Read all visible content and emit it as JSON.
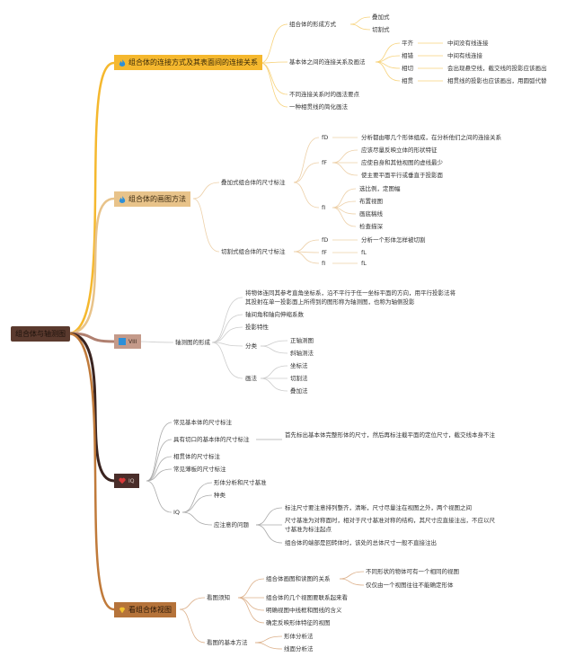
{
  "root": {
    "label": "组合体与轴测图"
  },
  "b1": {
    "label": "组合体的连接方式及其表面间的连接关系",
    "icon": "fire-icon",
    "color": "#f5b82e",
    "c1": {
      "label": "组合体的形成方式",
      "items": [
        "叠加式",
        "切割式"
      ]
    },
    "c2": {
      "label": "基本体之间的连接关系及画法",
      "items": [
        {
          "label": "平齐",
          "desc": "中间没有线连接"
        },
        {
          "label": "相错",
          "desc": "中间有线连接"
        },
        {
          "label": "相切",
          "desc": "会出现悬空线，截交线的投影应该画出"
        },
        {
          "label": "相贯",
          "desc": "相贯线的投影也应该画出，用圆弧代替"
        }
      ]
    },
    "c3": {
      "label": "不同连接关系时的画法要点"
    },
    "c4": {
      "label": "一种相贯线的简化画法"
    }
  },
  "b2": {
    "label": "组合体的画图方法",
    "icon": "fire-icon",
    "color": "#e8c38a",
    "c1": {
      "label": "叠加式组合体的尺寸标注",
      "s1": {
        "label": "fD",
        "items": [
          "分析都由哪几个形体组成，在分析他们之间的连接关系"
        ]
      },
      "s2": {
        "label": "fF",
        "items": [
          "应该尽量反映立体的形状特征",
          "应使自身和其他视图的虚线最少",
          "使主要平面平行或垂直于投影面"
        ]
      },
      "s3": {
        "label": "fI",
        "items": [
          "选比例，定图幅",
          "布置视图",
          "画底稿线",
          "检查描深"
        ]
      }
    },
    "c2": {
      "label": "切割式组合体的尺寸标注",
      "s1": {
        "label": "fD",
        "items": [
          "分析一个形体怎样被切割"
        ]
      },
      "s2": {
        "label": "fF",
        "items": [
          "fL"
        ]
      },
      "s3": {
        "label": "fI",
        "items": [
          "fL"
        ]
      }
    }
  },
  "b3": {
    "label": "VIII",
    "icon": "square-icon",
    "color": "#c49a8a",
    "c1": {
      "label": "轴测图的形成",
      "def": "将物体连同其参考直角坐标系，沿不平行于任一坐标平面的方向，用平行投影法将其投射在单一投影面上所得到的图形称为轴测图，也称为轴侧投影",
      "i2": "轴间角和轴向伸缩系数",
      "i3": "投影特性",
      "cls": {
        "label": "分类",
        "items": [
          "正轴测图",
          "斜轴测法"
        ]
      },
      "draw": {
        "label": "画法",
        "items": [
          "坐标法",
          "切割法",
          "叠加法"
        ]
      }
    }
  },
  "b4": {
    "label": "IQ",
    "icon": "heart-icon",
    "color": "#4a2e2a",
    "items": [
      "常见基本体的尺寸标注",
      "具有切口的基本体的尺寸标注",
      "相贯体的尺寸标注",
      "常见薄板的尺寸标注"
    ],
    "cut_desc": "首先标出基本体完整形体的尺寸，然后再标注截平面的定位尺寸，截交线本身不注",
    "iq": {
      "label": "IQ",
      "items": [
        "形体分析和尺寸基准",
        "种类"
      ],
      "notes": {
        "label": "应注意的问题",
        "items": [
          "标注尺寸要注意排列整齐，清晰，尺寸尽量注在视图之外，两个视图之间",
          "尺寸基准为对称面时，相对于尺寸基准对称的结构，其尺寸应直接注出，不应以尺寸基准为标注起点",
          "组合体的端部是回转体时，该处的总体尺寸一般不直接注出"
        ]
      }
    }
  },
  "b5": {
    "label": "看组合体视图",
    "icon": "badge-icon",
    "color": "#b5733a",
    "c1": {
      "label": "看图须知",
      "rel": {
        "label": "组合体画图和读图的关系",
        "items": [
          "不同形状的物体可有一个相同的视图",
          "仅仅由一个视图往往不能确定形体"
        ]
      },
      "items": [
        "组合体的几个视图要联系起来看",
        "明确视图中线框和图线的含义",
        "确定反映形体特征的视图"
      ]
    },
    "c2": {
      "label": "看图的基本方法",
      "items": [
        "形体分析法",
        "线面分析法"
      ]
    }
  }
}
